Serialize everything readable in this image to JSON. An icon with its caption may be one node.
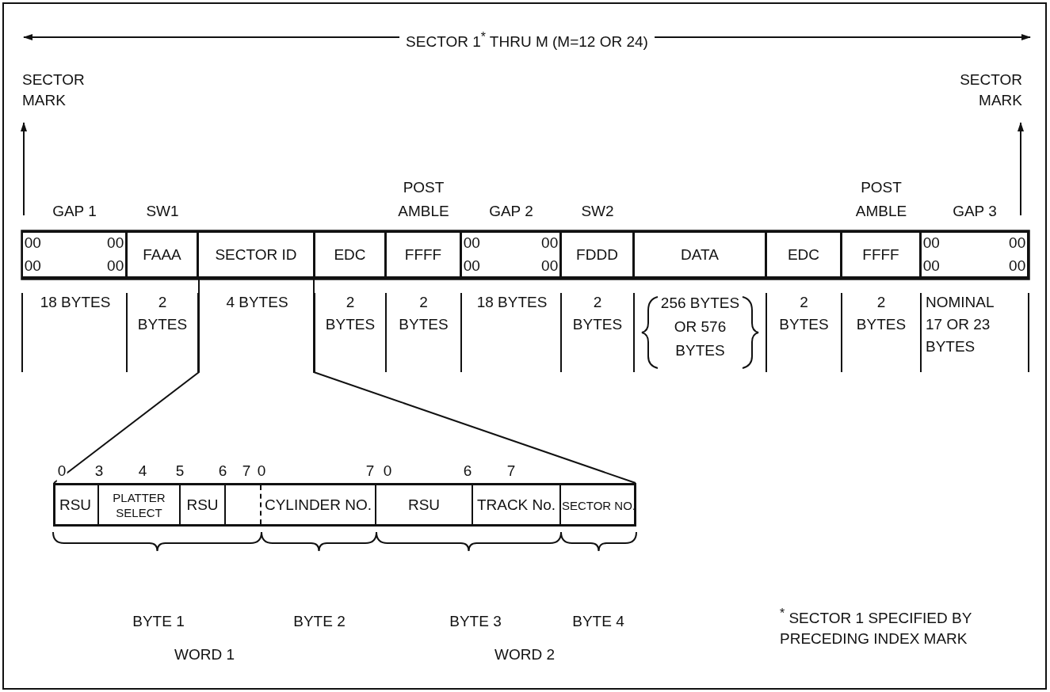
{
  "diagram": {
    "nodes": [
      {
        "text": [
          "GAP 1",
          "00",
          "00",
          "00",
          "00"
        ],
        "beside": [
          "18 BYTES"
        ]
      },
      {
        "text": [
          "SW1",
          "FAAA"
        ],
        "beside": [
          "2 BYTES"
        ]
      },
      {
        "text": [
          "SECTOR ID"
        ],
        "beside": [
          "4 BYTES"
        ]
      },
      {
        "text": [
          "EDC"
        ],
        "beside": [
          "2 BYTES"
        ]
      },
      {
        "text": [
          "POST AMBLE",
          "FFFF"
        ],
        "beside": [
          "2 BYTES"
        ]
      },
      {
        "text": [
          "GAP 2",
          "00",
          "00",
          "00",
          "00"
        ],
        "beside": [
          "18 BYTES"
        ]
      },
      {
        "text": [
          "SW2",
          "FDDD"
        ],
        "beside": [
          "2 BYTES"
        ]
      },
      {
        "text": [
          "DATA"
        ],
        "beside": [
          "256 BYTES OR 576 BYTES"
        ]
      },
      {
        "text": [
          "EDC"
        ],
        "beside": [
          "2 BYTES"
        ]
      },
      {
        "text": [
          "POST AMBLE",
          "FFFF"
        ],
        "beside": [
          "2 BYTES"
        ]
      },
      {
        "text": [
          "GAP 3",
          "00",
          "00",
          "00",
          "00"
        ],
        "beside": [
          "NOMINAL 17 OR 23 BYTES"
        ]
      },
      {
        "text": [],
        "shape": "box"
      },
      {
        "text": [
          "RSU"
        ],
        "in": 11
      },
      {
        "text": [
          "PLATTER SELECT"
        ],
        "in": 11
      },
      {
        "text": [
          "RSU"
        ],
        "in": 11
      },
      {
        "text": [],
        "shape": "box",
        "in": 11
      },
      {
        "text": [
          "CYLINDER NO."
        ],
        "in": 11
      },
      {
        "text": [
          "RSU"
        ],
        "in": 11
      },
      {
        "text": [
          "TRACK No."
        ],
        "in": 11
      },
      {
        "text": [
          "SECTOR NO."
        ],
        "in": 11
      }
    ],
    "edges": [
      {
        "from": 2,
        "to": 11,
        "arrow": "none"
      },
      {
        "from": 2,
        "to": 11,
        "arrow": "none"
      }
    ],
    "labels": [
      "SECTOR 1$^{*}$ THRU M (M=12 OR 24)",
      "SECTOR MARK",
      "SECTOR MARK",
      "0",
      "3",
      "4",
      "5",
      "6",
      "7",
      "0",
      "7",
      "0",
      "6",
      "7",
      "BYTE 1",
      "BYTE 2",
      "BYTE 3",
      "BYTE 4",
      "WORD 1",
      "WORD 2",
      "$^{*}$ SECTOR 1 SPECIFIED BY PRECEDING INDEX MARK"
    ]
  }
}
